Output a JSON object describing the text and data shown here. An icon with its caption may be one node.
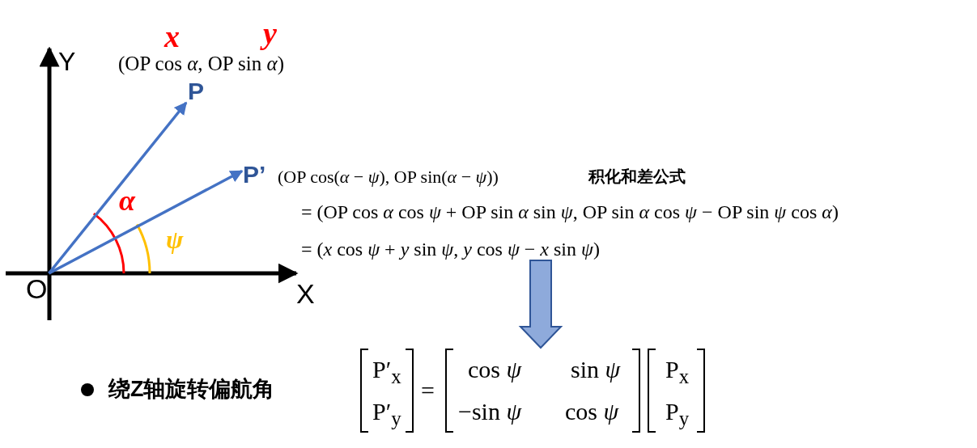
{
  "diagram": {
    "nodes": [
      {
        "text": [
          "O"
        ]
      },
      {
        "text": [
          "P"
        ]
      },
      {
        "text": [
          "P’"
        ]
      },
      {
        "text": [
          "= (*x* cos *ψ* + *y* sin *ψ*, *y* cos *ψ* − *x* sin *ψ*)"
        ]
      },
      {
        "text": [
          "P′$_{x}$",
          "P′$_{y}$",
          "=",
          "cos *ψ*",
          "sin *ψ*",
          "−sin *ψ*",
          "cos *ψ*",
          "P$_{x}$",
          "P$_{y}$"
        ]
      }
    ],
    "edges": [
      {
        "from": 0,
        "to": 1,
        "arrow": "to"
      },
      {
        "from": 0,
        "to": 2,
        "arrow": "to"
      },
      {
        "from": 3,
        "to": 4,
        "arrow": "to",
        "style": "thick",
        "color": "#8eaadb"
      }
    ],
    "labels": [
      "Y",
      "X",
      "x",
      "y",
      "(OP cos *α*, OP sin *α*)",
      "(OP cos(*α* − *ψ*), OP sin(*α* − *ψ*))",
      "积化和差公式",
      "= (OP cos *α* cos *ψ* + OP sin *α* sin *ψ*, OP sin *α* cos *ψ* − OP sin *ψ* cos *α*)",
      "α",
      "ψ",
      "绕Z轴旋转偏航角"
    ]
  }
}
